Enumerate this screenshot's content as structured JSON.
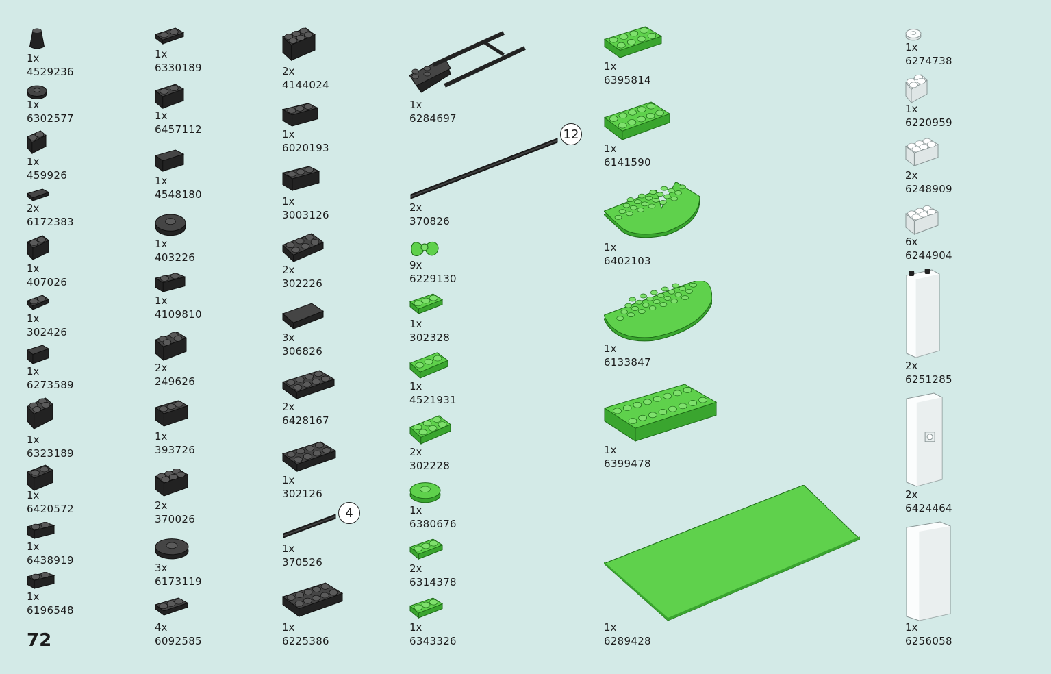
{
  "page_number": "72",
  "colors": {
    "background": "#d3eae7",
    "black_part": "#2b2b2b",
    "green_part": "#5cc94a",
    "trans_part": "#f2f5f5"
  },
  "callouts": [
    "12",
    "4"
  ],
  "parts": [
    {
      "qty": "1x",
      "id": "4529236",
      "color": "black",
      "icon": "cone-piece"
    },
    {
      "qty": "1x",
      "id": "6302577",
      "color": "black",
      "icon": "round-plate-icon"
    },
    {
      "qty": "1x",
      "id": "459926",
      "color": "black",
      "icon": "bar-holder-icon"
    },
    {
      "qty": "2x",
      "id": "6172383",
      "color": "black",
      "icon": "wedge-tile-icon"
    },
    {
      "qty": "1x",
      "id": "407026",
      "color": "black",
      "icon": "brick-stud-side-icon"
    },
    {
      "qty": "1x",
      "id": "302426",
      "color": "black",
      "icon": "plate-1x1-icon"
    },
    {
      "qty": "1x",
      "id": "6273589",
      "color": "black",
      "icon": "curved-slope-icon"
    },
    {
      "qty": "1x",
      "id": "6323189",
      "color": "black",
      "icon": "panel-plate-icon"
    },
    {
      "qty": "1x",
      "id": "6420572",
      "color": "black",
      "icon": "hair-piece-icon"
    },
    {
      "qty": "1x",
      "id": "6438919",
      "color": "black",
      "icon": "clip-plate-icon"
    },
    {
      "qty": "1x",
      "id": "6196548",
      "color": "black",
      "icon": "clip-bar-icon"
    },
    {
      "qty": "1x",
      "id": "6330189",
      "color": "black",
      "icon": "hinge-plate-icon"
    },
    {
      "qty": "1x",
      "id": "6457112",
      "color": "black",
      "icon": "hinge-clip-icon"
    },
    {
      "qty": "1x",
      "id": "4548180",
      "color": "black",
      "icon": "slope-icon"
    },
    {
      "qty": "1x",
      "id": "403226",
      "color": "black",
      "icon": "round-plate-2x2-icon"
    },
    {
      "qty": "1x",
      "id": "4109810",
      "color": "black",
      "icon": "bar-with-clips-icon"
    },
    {
      "qty": "2x",
      "id": "249626",
      "color": "black",
      "icon": "axle-with-wheels-icon"
    },
    {
      "qty": "1x",
      "id": "393726",
      "color": "black",
      "icon": "bracket-icon"
    },
    {
      "qty": "2x",
      "id": "370026",
      "color": "black",
      "icon": "technic-brick-icon"
    },
    {
      "qty": "3x",
      "id": "6173119",
      "color": "black",
      "icon": "round-brick-icon"
    },
    {
      "qty": "4x",
      "id": "6092585",
      "color": "black",
      "icon": "jumper-plate-icon"
    },
    {
      "qty": "2x",
      "id": "4144024",
      "color": "black",
      "icon": "arch-brick-icon"
    },
    {
      "qty": "1x",
      "id": "6020193",
      "color": "black",
      "icon": "technic-beam-icon"
    },
    {
      "qty": "1x",
      "id": "3003126",
      "color": "black",
      "icon": "bar-bracket-icon"
    },
    {
      "qty": "2x",
      "id": "302226",
      "color": "black",
      "icon": "plate-2x2-icon"
    },
    {
      "qty": "3x",
      "id": "306826",
      "color": "black",
      "icon": "tile-2x2-icon"
    },
    {
      "qty": "2x",
      "id": "6428167",
      "color": "black",
      "icon": "plate-1x4-round-icon"
    },
    {
      "qty": "1x",
      "id": "302126",
      "color": "black",
      "icon": "plate-2x3-icon"
    },
    {
      "qty": "1x",
      "id": "370526",
      "color": "black",
      "icon": "axle-4-icon"
    },
    {
      "qty": "1x",
      "id": "6225386",
      "color": "black",
      "icon": "plate-with-clips-icon"
    },
    {
      "qty": "1x",
      "id": "6284697",
      "color": "black",
      "icon": "frame-plate-icon"
    },
    {
      "qty": "2x",
      "id": "370826",
      "color": "black",
      "icon": "axle-12-icon"
    },
    {
      "qty": "9x",
      "id": "6229130",
      "color": "green",
      "icon": "leaf-icon"
    },
    {
      "qty": "1x",
      "id": "302328",
      "color": "green",
      "icon": "plate-1x2-icon"
    },
    {
      "qty": "1x",
      "id": "4521931",
      "color": "green",
      "icon": "plate-with-handle-icon"
    },
    {
      "qty": "2x",
      "id": "302228",
      "color": "green",
      "icon": "plate-2x2-icon"
    },
    {
      "qty": "1x",
      "id": "6380676",
      "color": "green",
      "icon": "round-plate-2x2-icon"
    },
    {
      "qty": "2x",
      "id": "6314378",
      "color": "green",
      "icon": "jumper-plate-icon"
    },
    {
      "qty": "1x",
      "id": "6343326",
      "color": "green",
      "icon": "plate-1x2-icon"
    },
    {
      "qty": "1x",
      "id": "6395814",
      "color": "green",
      "icon": "plate-1x4-icon"
    },
    {
      "qty": "1x",
      "id": "6141590",
      "color": "green",
      "icon": "plate-2x4-icon"
    },
    {
      "qty": "1x",
      "id": "6402103",
      "color": "green",
      "icon": "curved-plate-icon"
    },
    {
      "qty": "1x",
      "id": "6133847",
      "color": "green",
      "icon": "semicircle-plate-icon"
    },
    {
      "qty": "1x",
      "id": "6399478",
      "color": "green",
      "icon": "plate-2x8-icon"
    },
    {
      "qty": "1x",
      "id": "6289428",
      "color": "green",
      "icon": "baseplate-icon"
    },
    {
      "qty": "1x",
      "id": "6274738",
      "color": "trans",
      "icon": "round-tile-icon"
    },
    {
      "qty": "1x",
      "id": "6220959",
      "color": "trans",
      "icon": "brick-1x1-icon"
    },
    {
      "qty": "2x",
      "id": "6248909",
      "color": "trans",
      "icon": "brick-open-icon"
    },
    {
      "qty": "6x",
      "id": "6244904",
      "color": "trans",
      "icon": "brick-1x2-icon"
    },
    {
      "qty": "2x",
      "id": "6251285",
      "color": "trans",
      "icon": "tall-brick-icon"
    },
    {
      "qty": "2x",
      "id": "6424464",
      "color": "trans",
      "icon": "door-icon"
    },
    {
      "qty": "1x",
      "id": "6256058",
      "color": "trans",
      "icon": "glass-panel-icon"
    }
  ]
}
